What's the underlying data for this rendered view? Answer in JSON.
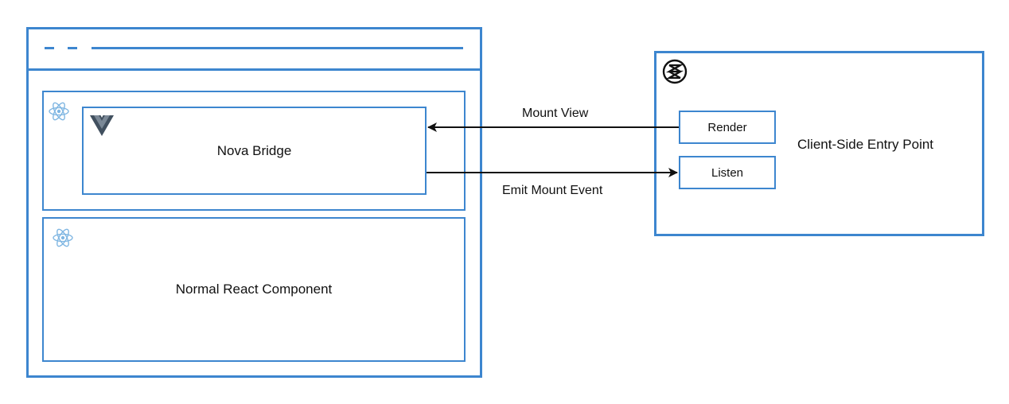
{
  "browser": {
    "react_panel": {
      "nova_bridge": {
        "label": "Nova Bridge",
        "logo": "vue-icon"
      },
      "icon": "react-icon"
    },
    "normal_component": {
      "label": "Normal React Component",
      "icon": "react-icon"
    }
  },
  "arrows": {
    "mount_view": "Mount View",
    "emit_mount_event": "Emit Mount Event"
  },
  "entry_point": {
    "title": "Client-Side Entry Point",
    "logo": "nova-logo-icon",
    "render_label": "Render",
    "listen_label": "Listen"
  },
  "colors": {
    "accent": "#3d86cf",
    "text": "#111111"
  }
}
